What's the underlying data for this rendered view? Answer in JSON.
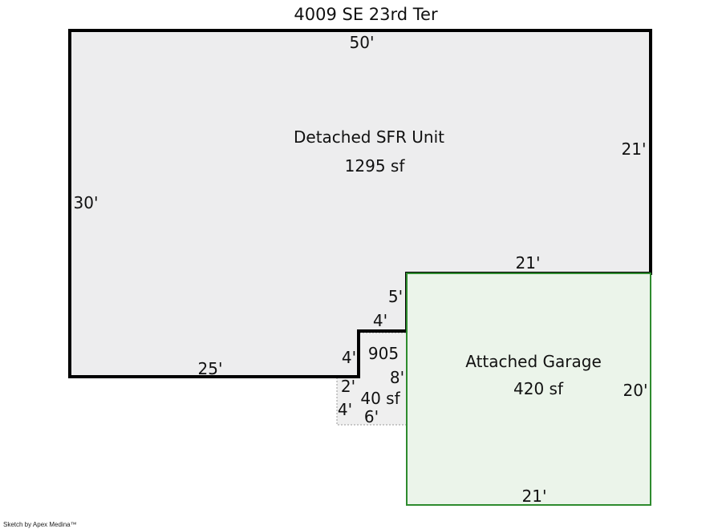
{
  "title": "4009 SE 23rd Ter",
  "credit": "Sketch by Apex Medina™",
  "colors": {
    "sfr_fill": "#ededee",
    "sfr_stroke": "#000000",
    "garage_fill": "#ebf4ea",
    "garage_stroke": "#2e8b2e",
    "porch_stroke": "#999999"
  },
  "areas": {
    "sfr": {
      "name": "Detached SFR Unit",
      "area": "1295 sf"
    },
    "garage": {
      "name": "Attached Garage",
      "area": "420 sf"
    },
    "porch": {
      "code": "905",
      "area": "40 sf"
    }
  },
  "dimensions": {
    "sfr_top": "50'",
    "sfr_right": "21'",
    "sfr_left": "30'",
    "sfr_bottom": "25'",
    "sfr_garage_edge": "21'",
    "notch_vertical": "5'",
    "notch_horizontal": "4'",
    "notch_lower": "4'",
    "garage_right": "20'",
    "garage_bottom": "21'",
    "porch_right": "8'",
    "porch_top": "2'",
    "porch_left": "4'",
    "porch_bottom": "6'"
  }
}
